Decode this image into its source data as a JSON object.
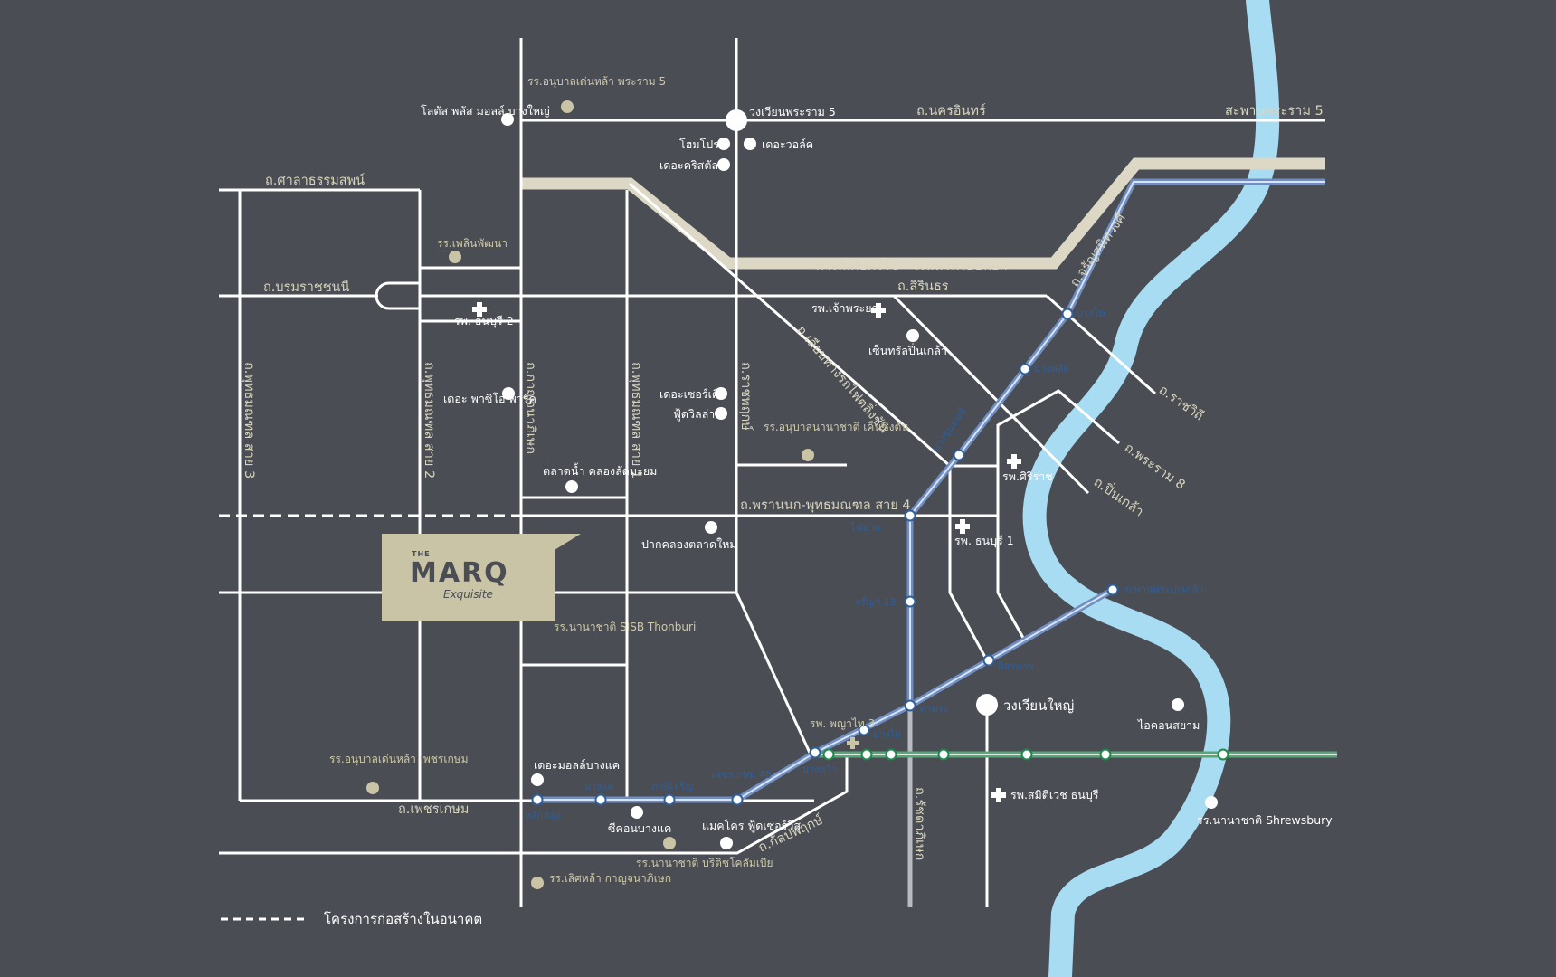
{
  "map": {
    "colors": {
      "background": "#4a4d54",
      "road": "#ffffff",
      "expressway": "#ddd8c5",
      "river": "#a8dcf2",
      "blue_line": "#6f8fc4",
      "green_line": "#2e9a5a",
      "school_dot": "#c9c4a6",
      "brand_panel": "#c9c4a6"
    },
    "brand": {
      "prefix": "THE",
      "name": "MARQ",
      "tagline": "Exquisite",
      "icon": "map-pin-flag-icon"
    },
    "roads": {
      "nakhon_in": "ถ.นครอินทร์",
      "rama5_bridge": "สะพานพระราม 5",
      "rama5_circle": "วงเวียนพระราม 5",
      "sala_thammasop": "ถ.ศาลาธรรมสพน์",
      "borommaratchachonnani": "ถ.บรมราชชนนี",
      "sirindhorn": "ถ.สิรินธร",
      "expressway": "ทางพิเศษศรีรัช - วงแหวนรอบนอก",
      "charansanitwong": "ถ.จรัญสนิทวงศ์",
      "railway_side": "ถ.เลียบทางรถไฟตลิ่งชัน",
      "ratchawithi": "ถ.ราชวิถี",
      "rama8": "ถ.พระราม 8",
      "pinklao": "ถ.ปิ่นเกล้า",
      "phutthamonthon3": "ถ.พุทธมณฑล สาย 3",
      "phutthamonthon2": "ถ.พุทธมณฑล สาย 2",
      "kanchanaphisek": "ถ.กาญจนาภิเษก",
      "phutthamonthon1": "ถ.พุทธมณฑล สาย 1",
      "ratchaphruek": "ถ.ราชพฤกษ์",
      "phran_nok": "ถ.พรานนก-พุทธมณฑล สาย 4",
      "phetkasem": "ถ.เพชรเกษม",
      "kanlapaphruek": "ถ.กัลปพฤกษ์",
      "ratchadaphisek": "ถ.รัชดาภิเษก"
    },
    "places": {
      "lotus": "โลตัส พลัส มอลล์ บางใหญ่",
      "kindergarten_rama5": "รร.อนุบาลเด่นหล้า พระราม 5",
      "homepro": "โฮมโปร",
      "the_walk": "เดอะวอล์ค",
      "the_crystal": "เดอะคริสตัล",
      "phoenphatthana": "รร.เพลินพัฒนา",
      "thonburi2": "รพ. ธนบุรี 2",
      "chaophraya": "รพ.เจ้าพระยา",
      "central_pinklao": "เซ็นทรัลปิ่นเกล้า",
      "the_palazzo": "เดอะ พาซิโอ พาร์ค",
      "the_circle": "เดอะเซอร์เคิล",
      "food_villa": "ฟู้ดวิลล่า",
      "intl_kindergarten": "รร.อนุบาลนานาชาติ เค็นซิงตัน",
      "khlong_lat_mayom": "ตลาดน้ำ คลองลัดมะยม",
      "siriraj": "รพ.ศิริราช",
      "pak_khlong_talat_mai": "ปากคลองตลาดใหม่",
      "thonburi1": "รพ. ธนบุรี 1",
      "sisb": "รร.นานาชาติ SISB Thonburi",
      "wongwian_yai": "วงเวียนใหญ่",
      "iconsiam": "ไอคอนสยาม",
      "denla_phetkasem": "รร.อนุบาลเด่นหล้า เพชรเกษม",
      "the_mall_bangkhae": "เดอะมอลล์บางแค",
      "seacon_bangkhae": "ซีคอนบางแค",
      "makro": "แมคโคร ฟู้ดเซอร์วิส",
      "british_columbia": "รร.นานาชาติ บริติชโคลัมเบีย",
      "samitivej": "รพ.สมิติเวช ธนบุรี",
      "shrewsbury": "รร.นานาชาติ Shrewsbury",
      "sertla": "รร.เลิศหล้า กาญจนาภิเษก",
      "samitivej_small": "รพ. พญาไท 3"
    },
    "stations": {
      "bang_pho": "บางโพ",
      "bang_phlat": "บางพลัด",
      "bang_khun_non": "บางขุนนนท์",
      "fai_chai": "ไฟฉาย",
      "charan13": "จรัญฯ 13",
      "itsaraphap": "อิสรภาพ",
      "saphan_phra_pok": "สะพานพระปกเกล้า",
      "tha_phra": "ท่าพระ",
      "bang_phai": "บางไผ่",
      "bang_wa": "บางหว้า",
      "phetkasem48": "เพชรเกษม 48",
      "phasi_charoen": "ภาษีเจริญ",
      "bang_khae": "บางแค",
      "lak_song": "หลักสอง"
    },
    "legend": {
      "future_label": "โครงการก่อสร้างในอนาคต",
      "line_style": "dashed"
    }
  }
}
